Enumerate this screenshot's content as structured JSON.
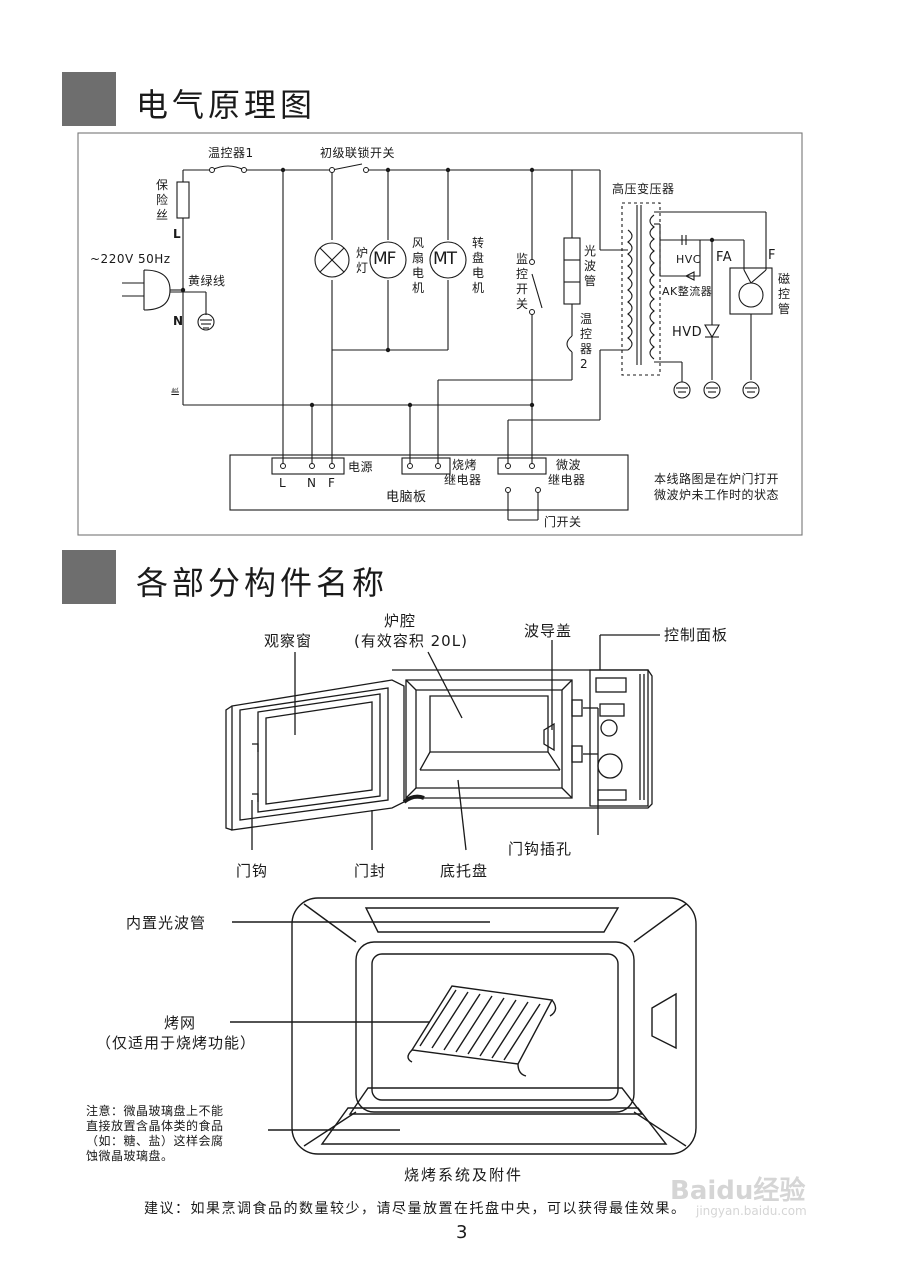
{
  "section1": {
    "title": "电气原理图"
  },
  "section2": {
    "title": "各部分构件名称"
  },
  "circuit": {
    "thermostat1": "温控器1",
    "primary_interlock": "初级联锁开关",
    "fuse": [
      "保",
      "险",
      "丝"
    ],
    "L": "L",
    "N": "N",
    "supply": "~220V 50Hz",
    "ground_wire": "黄绿线",
    "ground_symbol": "≝",
    "lamp": [
      "炉",
      "灯"
    ],
    "fan_motor": [
      "风",
      "扇",
      "电",
      "机"
    ],
    "turntable_motor": [
      "转",
      "盘",
      "电",
      "机"
    ],
    "MF": "MF",
    "MT": "MT",
    "monitor_switch": [
      "监",
      "控",
      "开",
      "关"
    ],
    "light_tube": [
      "光",
      "波",
      "管"
    ],
    "thermostat2": [
      "温",
      "控",
      "器",
      "2"
    ],
    "hv_transformer": "高压变压器",
    "HVC": "HVC",
    "AK": "AK整流器",
    "HVD": "HVD",
    "FA": "FA",
    "F": "F",
    "magnetron": [
      "磁",
      "控",
      "管"
    ],
    "power": "电源",
    "LNF": [
      "L",
      "N",
      "F"
    ],
    "grill_relay_1": "烧烤",
    "grill_relay_2": "继电器",
    "mw_relay_1": "微波",
    "mw_relay_2": "继电器",
    "board": "电脑板",
    "door_switch": "门开关",
    "note_1": "本线路图是在炉门打开",
    "note_2": "微波炉未工作时的状态"
  },
  "parts": {
    "window": "观察窗",
    "cavity_1": "炉腔",
    "cavity_2": "(有效容积 20L)",
    "waveguide": "波导盖",
    "control_panel": "控制面板",
    "door_hook": "门钩",
    "door_seal": "门封",
    "tray": "底托盘",
    "hook_hole": "门钩插孔"
  },
  "grill": {
    "builtin_tube": "内置光波管",
    "rack_1": "烤网",
    "rack_2": "（仅适用于烧烤功能）",
    "note_1": "注意：微晶玻璃盘上不能",
    "note_2": "直接放置含晶体类的食品",
    "note_3": "（如：糖、盐）这样会腐",
    "note_4": "蚀微晶玻璃盘。",
    "caption": "烧烤系统及附件"
  },
  "advice": "建议：如果烹调食品的数量较少，请尽量放置在托盘中央，可以获得最佳效果。",
  "page_number": "3",
  "watermark": {
    "brand": "Baidu经验",
    "url": "jingyan.baidu.com"
  }
}
